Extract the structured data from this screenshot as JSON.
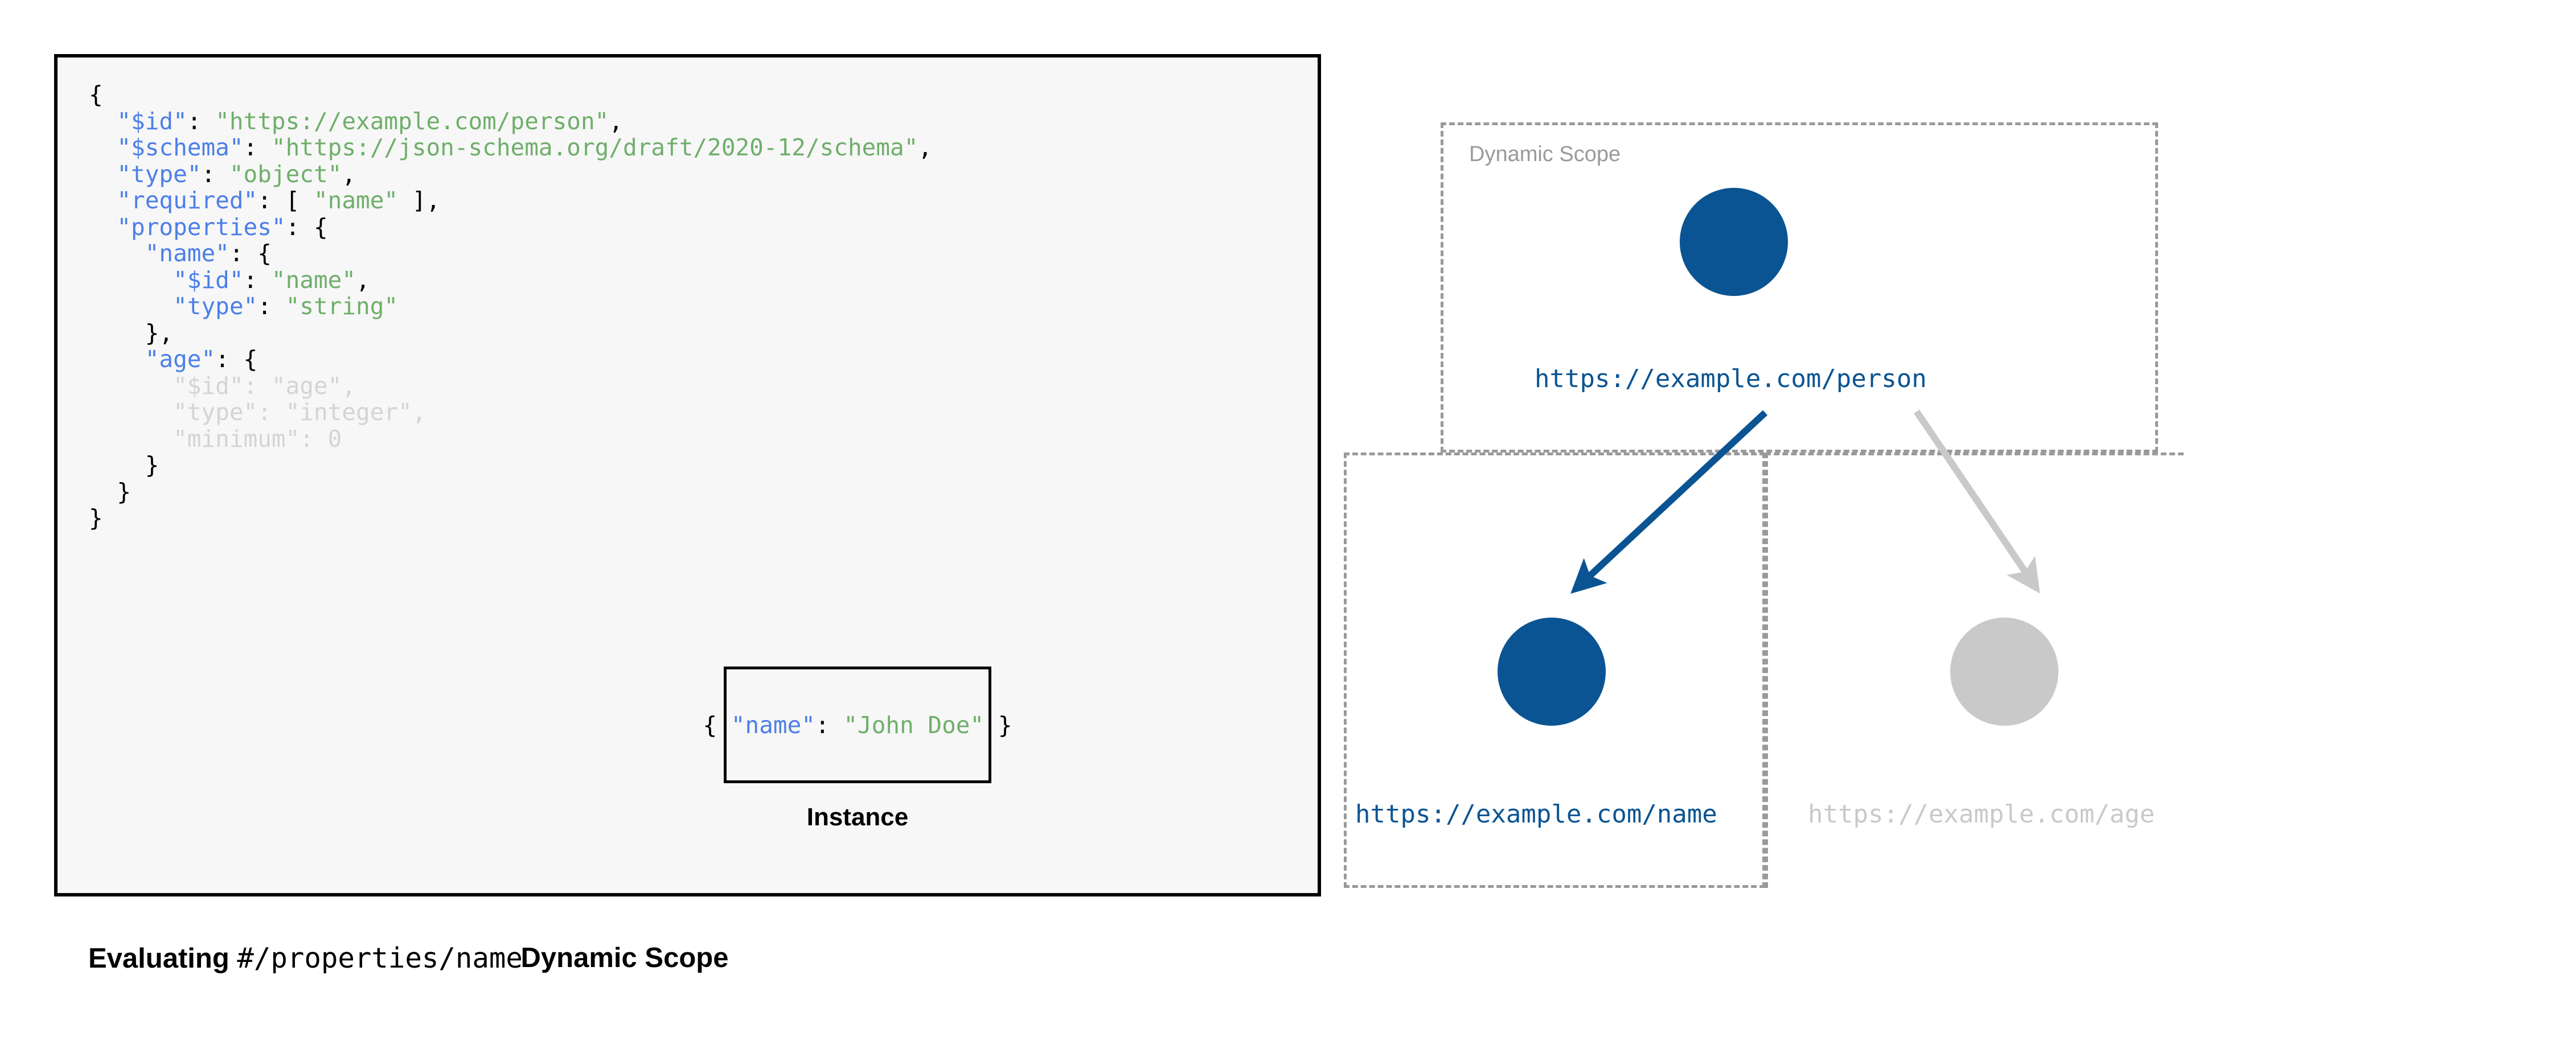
{
  "left": {
    "code_lines": [
      [
        {
          "t": "{",
          "c": "p"
        }
      ],
      [
        {
          "t": "  ",
          "c": "p"
        },
        {
          "t": "\"$id\"",
          "c": "k"
        },
        {
          "t": ": ",
          "c": "p"
        },
        {
          "t": "\"https://example.com/person\"",
          "c": "s"
        },
        {
          "t": ",",
          "c": "p"
        }
      ],
      [
        {
          "t": "  ",
          "c": "p"
        },
        {
          "t": "\"$schema\"",
          "c": "k"
        },
        {
          "t": ": ",
          "c": "p"
        },
        {
          "t": "\"https://json-schema.org/draft/2020-12/schema\"",
          "c": "s"
        },
        {
          "t": ",",
          "c": "p"
        }
      ],
      [
        {
          "t": "  ",
          "c": "p"
        },
        {
          "t": "\"type\"",
          "c": "k"
        },
        {
          "t": ": ",
          "c": "p"
        },
        {
          "t": "\"object\"",
          "c": "s"
        },
        {
          "t": ",",
          "c": "p"
        }
      ],
      [
        {
          "t": "  ",
          "c": "p"
        },
        {
          "t": "\"required\"",
          "c": "k"
        },
        {
          "t": ": [ ",
          "c": "p"
        },
        {
          "t": "\"name\"",
          "c": "s"
        },
        {
          "t": " ],",
          "c": "p"
        }
      ],
      [
        {
          "t": "  ",
          "c": "p"
        },
        {
          "t": "\"properties\"",
          "c": "k"
        },
        {
          "t": ": {",
          "c": "p"
        }
      ],
      [
        {
          "t": "    ",
          "c": "p"
        },
        {
          "t": "\"name\"",
          "c": "k"
        },
        {
          "t": ": {",
          "c": "p"
        }
      ],
      [
        {
          "t": "      ",
          "c": "p"
        },
        {
          "t": "\"$id\"",
          "c": "k"
        },
        {
          "t": ": ",
          "c": "p"
        },
        {
          "t": "\"name\"",
          "c": "s"
        },
        {
          "t": ",",
          "c": "p"
        }
      ],
      [
        {
          "t": "      ",
          "c": "p"
        },
        {
          "t": "\"type\"",
          "c": "k"
        },
        {
          "t": ": ",
          "c": "p"
        },
        {
          "t": "\"string\"",
          "c": "s"
        }
      ],
      [
        {
          "t": "    },",
          "c": "p"
        }
      ],
      [
        {
          "t": "    ",
          "c": "p"
        },
        {
          "t": "\"age\"",
          "c": "k"
        },
        {
          "t": ": {",
          "c": "p"
        }
      ],
      [
        {
          "t": "      ",
          "c": "dim-p"
        },
        {
          "t": "\"$id\"",
          "c": "dim-k"
        },
        {
          "t": ": ",
          "c": "dim-p"
        },
        {
          "t": "\"age\"",
          "c": "dim-s"
        },
        {
          "t": ",",
          "c": "dim-p"
        }
      ],
      [
        {
          "t": "      ",
          "c": "dim-p"
        },
        {
          "t": "\"type\"",
          "c": "dim-k"
        },
        {
          "t": ": ",
          "c": "dim-p"
        },
        {
          "t": "\"integer\"",
          "c": "dim-s"
        },
        {
          "t": ",",
          "c": "dim-p"
        }
      ],
      [
        {
          "t": "      ",
          "c": "dim-p"
        },
        {
          "t": "\"minimum\"",
          "c": "dim-k"
        },
        {
          "t": ": ",
          "c": "dim-p"
        },
        {
          "t": "0",
          "c": "dim-s"
        }
      ],
      [
        {
          "t": "    }",
          "c": "p"
        }
      ],
      [
        {
          "t": "  }",
          "c": "p"
        }
      ],
      [
        {
          "t": "}",
          "c": "p"
        }
      ]
    ],
    "instance": {
      "code": [
        {
          "t": "{ ",
          "c": "p"
        },
        {
          "t": "\"name\"",
          "c": "k"
        },
        {
          "t": ": ",
          "c": "p"
        },
        {
          "t": "\"John Doe\"",
          "c": "s"
        },
        {
          "t": " }",
          "c": "p"
        }
      ],
      "caption": "Instance"
    },
    "caption_bold": "Evaluating ",
    "caption_mono": "#/properties/name"
  },
  "right": {
    "scope_label": "Dynamic Scope",
    "nodes": [
      {
        "id": "person",
        "label": "https://example.com/person",
        "color": "#0A5493",
        "active": true
      },
      {
        "id": "name",
        "label": "https://example.com/name",
        "color": "#0A5493",
        "active": true
      },
      {
        "id": "age",
        "label": "https://example.com/age",
        "color": "#C9C9C9",
        "active": false
      }
    ],
    "arrows": [
      {
        "id": "person-to-name",
        "color": "#0A5493",
        "active": true
      },
      {
        "id": "person-to-age",
        "color": "#C9C9C9",
        "active": false
      }
    ],
    "caption": "Dynamic Scope"
  },
  "colors": {
    "accent_blue": "#0A5493",
    "muted_gray": "#C9C9C9",
    "dashed_border": "#9A9A9A",
    "json_key": "#4C7FE8",
    "json_string": "#6FAF6A",
    "panel_bg": "#F7F7F7",
    "panel_border": "#000000"
  }
}
